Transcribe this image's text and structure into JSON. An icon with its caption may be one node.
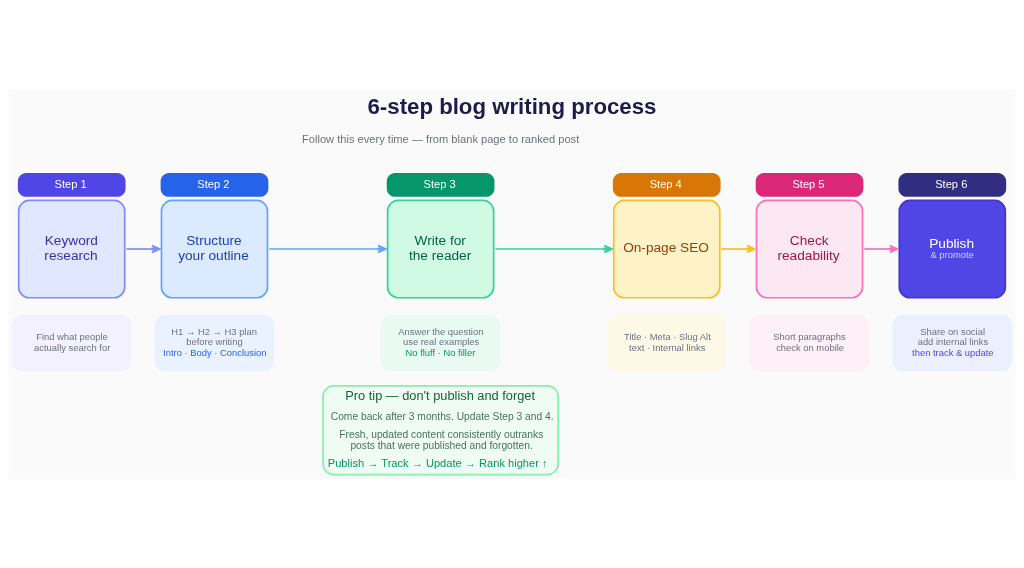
{
  "diagram": {
    "title": "6-step blog writing process",
    "nodes": [
      {
        "text": [
          "Step 1",
          "Keyword research"
        ]
      },
      {
        "text": [
          "Step 2",
          "Structure your outline"
        ]
      },
      {
        "text": [
          "Step 3",
          "Write for the reader"
        ]
      },
      {
        "text": [
          "Step 4",
          "On-page SEO"
        ]
      },
      {
        "text": [
          "Step 5",
          "Check readability"
        ]
      },
      {
        "text": [
          "Step 6",
          "Publish",
          "& promote"
        ]
      },
      {
        "text": [
          "Find what people actually search for"
        ]
      },
      {
        "text": [
          "H1 → H2 → H3 plan before writing",
          "Intro · Body · Conclusion"
        ]
      },
      {
        "text": [
          "Answer the question use real examples",
          "No fluff · No filler"
        ]
      },
      {
        "text": [
          "Title · Meta · Slug Alt text · Internal links"
        ]
      },
      {
        "text": [
          "Short paragraphs check on mobile"
        ]
      },
      {
        "text": [
          "Share on social add internal links",
          "then track & update"
        ]
      },
      {
        "text": [
          "Pro tip — don't publish and forget",
          "Come back after 3 months. Update Step 3 and 4.",
          "Fresh, updated content consistently outranks posts that were published and forgotten.",
          "Publish → Track → Update → Rank higher ↑"
        ]
      }
    ],
    "edges": [
      {
        "from": 0,
        "to": 1,
        "arrow": "to",
        "color": "#818cf8"
      },
      {
        "from": 1,
        "to": 2,
        "arrow": "to",
        "color": "#60a5fa"
      },
      {
        "from": 2,
        "to": 3,
        "arrow": "to",
        "color": "#34d399"
      },
      {
        "from": 3,
        "to": 4,
        "arrow": "to",
        "color": "#fbbf24"
      },
      {
        "from": 4,
        "to": 5,
        "arrow": "to",
        "color": "#f472b6"
      }
    ],
    "labels": [
      "Follow this every time — from blank page to ranked post"
    ]
  }
}
